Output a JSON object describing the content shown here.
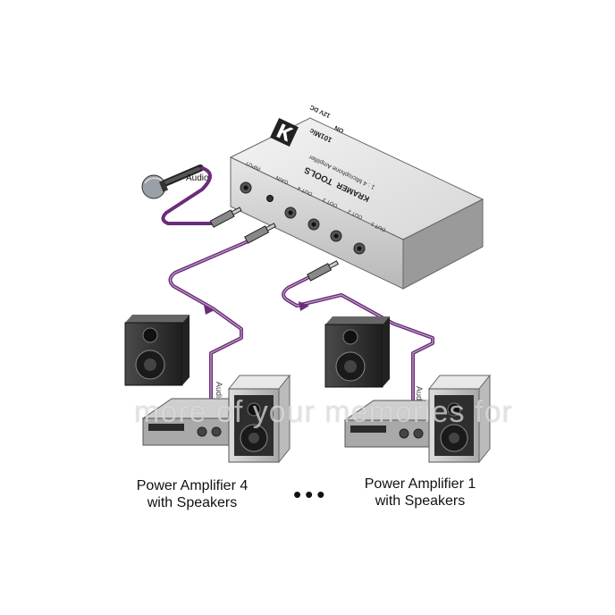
{
  "device": {
    "brand": "KRAMER",
    "series": "TOOLS",
    "model": "1 : 4 Microphone Amplifier",
    "model_code": "101Mic",
    "top_labels": [
      "ON",
      "12V DC"
    ],
    "port_labels": [
      "INPUT",
      "GAIN",
      "OUT 4",
      "OUT 3",
      "OUT 2",
      "OUT 1"
    ]
  },
  "microphone": {
    "label": "Audio"
  },
  "cables": {
    "label": "Audio"
  },
  "amplifiers": [
    {
      "line1": "Power Amplifier 4",
      "line2": "with Speakers"
    },
    {
      "line1": "Power Amplifier 1",
      "line2": "with Speakers"
    }
  ],
  "ellipsis": "•••",
  "watermark": "more of your memories for",
  "colors": {
    "cable": "#6b2c7a",
    "metal": "#c9c9c9",
    "dark": "#2a2a2a",
    "speaker": "#3a3a3a"
  }
}
